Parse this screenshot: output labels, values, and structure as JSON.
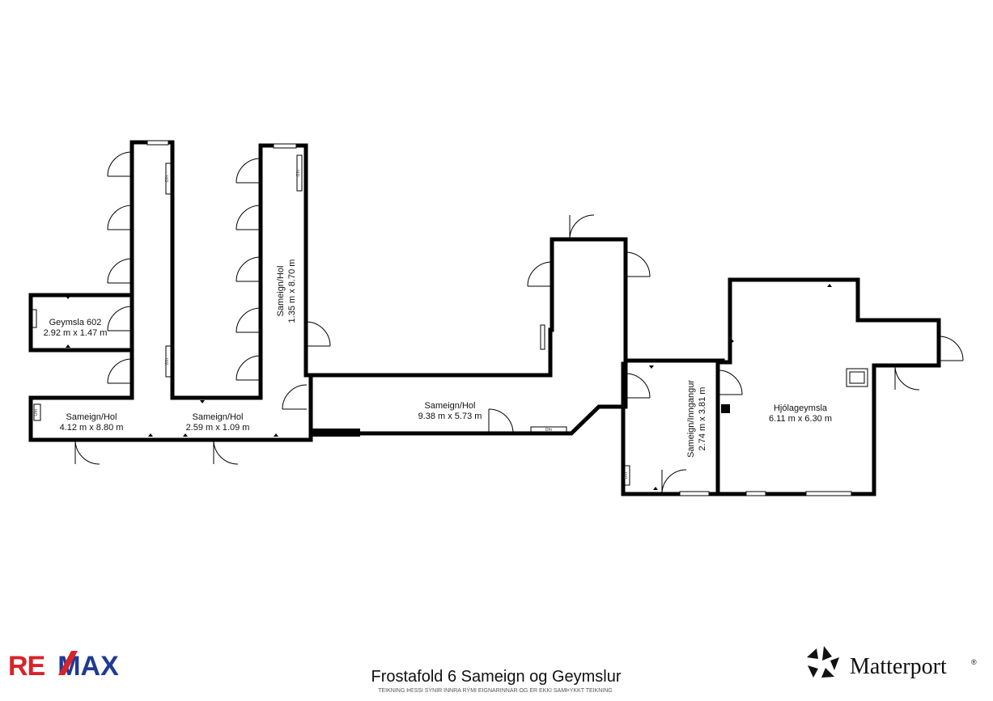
{
  "plan": {
    "rooms": [
      {
        "name": "Geymsla 602",
        "dims": "2.92 m x 1.47 m"
      },
      {
        "name": "Sameign/Hol",
        "dims": "4.12 m x 8.80 m"
      },
      {
        "name": "Sameign/Hol",
        "dims": "2.59 m x 1.09 m"
      },
      {
        "name": "Sameign/Hol",
        "dims": "1.35 m x 8.70 m"
      },
      {
        "name": "Sameign/Hol",
        "dims": "9.38 m x 5.73 m"
      },
      {
        "name": "Sameign/Inngangur",
        "dims": "2.74 m x 3.81 m"
      },
      {
        "name": "Hjólageymsla",
        "dims": "6.11 m x 6.30 m"
      }
    ],
    "fixture_label": "Ofn",
    "small_fixture_label": "Ofn"
  },
  "footer": {
    "brand_left_a": "RE",
    "brand_left_b": "MAX",
    "title": "Frostafold 6 Sameign og Geymslur",
    "subtitle": "TEIKNING ÞESSI SÝNIR INNRA RÝMI EIGNARINNAR OG ER EKKI SAMÞYKKT TEIKNING",
    "brand_right": "Matterport",
    "brand_right_mark": "®"
  },
  "icons": {
    "remax_slash": "remax-slash-mark",
    "matterport_logo": "matterport-logo-icon",
    "door": "door-swing-icon",
    "window": "window-icon"
  }
}
